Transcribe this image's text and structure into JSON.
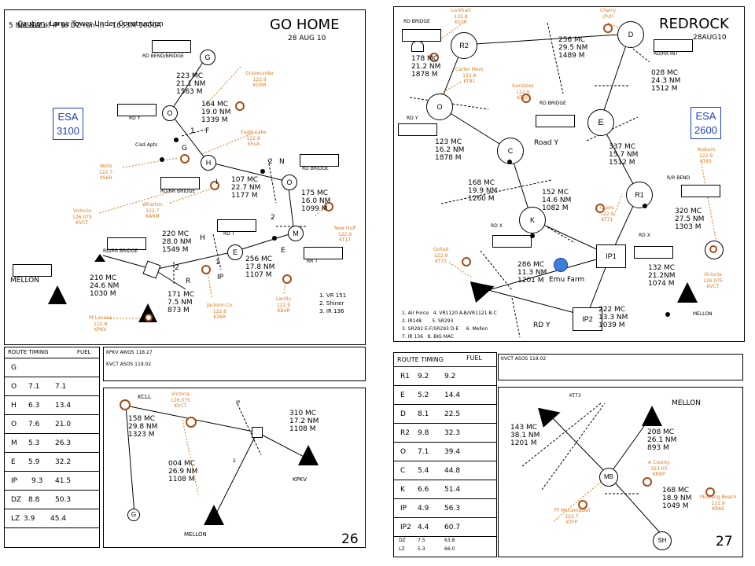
{
  "p26": {
    "caution_label": "Caution",
    "caution_line1": ": Large Tower Under Construction",
    "caution_line2": "5 NM NW of IP to DZ run-in – 1053M 1000A",
    "title": "GO HOME",
    "date": "28 AUG 10",
    "esa_label": "ESA",
    "esa_value": "3100",
    "page_number": "26",
    "places": {
      "rd_bend_bridge": "RD BEND/BRIDGE",
      "rd_y": "RD Y",
      "cisd_apts": "Cisd Apts",
      "rd_rr_bridge": "RD/RR BRIDGE",
      "rd_bridge": "RD BRIDGE",
      "rd_t": "RD T",
      "rr_t": "RR T",
      "rd_rr_bridge2": "RD/RR BRIDGE",
      "mellon": "MELLON"
    },
    "points": {
      "G": "G",
      "O1": "O",
      "H": "H",
      "O2": "O",
      "M": "M",
      "E": "E",
      "IP": "IP"
    },
    "legs": {
      "g_o": "223 MC\n21.1 NM\n1563 M",
      "o_h": "164 MC\n19.0 NM\n1339 M",
      "h_o": "107 MC\n22.7 NM\n1177 M",
      "o_m": "175 MC\n16.0 NM\n1099 M",
      "m_e": "256 MC\n17.8 NM\n1107 M",
      "e_ip": "220 MC\n28.0 NM\n1549 M",
      "ip_dz": "171 MC\n7.5 NM\n873 M",
      "dz_lz": "210 MC\n24.6 NM\n1030 M"
    },
    "airfields": {
      "graswunder": "Graswunder\n122.9\nKGRR",
      "eagle_lake": "Eagle Lake\n122.9\nKELA",
      "wells": "Wells\n122.7\nXS6R",
      "wharton": "Wharton\n122.7\nKARM",
      "victoria": "Victoria\n126.075\nKVCT",
      "new_gulf": "New Gulf\n122.9\nKT17",
      "jackson_co": "Jackson Co\n122.8\nK26R",
      "lackly": "Lackly\n122.9\nKB4R",
      "pt_lavaca": "Pt Lavaca\n122.8\nKPKV"
    },
    "tick_marks": [
      "1",
      "F",
      "G",
      "I",
      "2",
      "N",
      "2",
      "H",
      "1",
      "2",
      "R",
      "E"
    ],
    "notes": [
      "1. VR 151",
      "2. Shiner",
      "3. IR 136"
    ],
    "route_timing": {
      "header": "ROUTE TIMING",
      "fuel": "FUEL",
      "rows": [
        {
          "pt": "G",
          "time": "",
          "fuel": ""
        },
        {
          "pt": "O",
          "time": "7.1",
          "fuel": "7.1"
        },
        {
          "pt": "H",
          "time": "6.3",
          "fuel": "13.4"
        },
        {
          "pt": "O",
          "time": "7.6",
          "fuel": "21.0"
        },
        {
          "pt": "M",
          "time": "5.3",
          "fuel": "26.3"
        },
        {
          "pt": "E",
          "time": "5.9",
          "fuel": "32.2"
        },
        {
          "pt": "IP",
          "time": "9.3",
          "fuel": "41.5"
        },
        {
          "pt": "DZ",
          "time": "8.8",
          "fuel": "50.3"
        },
        {
          "pt": "LZ",
          "time": "3.9",
          "fuel": "45.4"
        }
      ]
    },
    "awos": [
      "KPKV AWOS 118.27",
      "KVCT ASOS 119.02"
    ],
    "mini": {
      "kcll": "KCLL",
      "victoria": "Victoria\n126.075\nKVCT",
      "leg1": "158 MC\n29.8 NM\n1323 M",
      "leg2": "310 MC\n17.2 NM\n1108 M",
      "leg3": "004 MC\n26.9 NM\n1108 M",
      "kpkv": "KPKV",
      "mellon": "MELLON",
      "g": "G",
      "ip": "IP",
      "two": "2"
    }
  },
  "p27": {
    "title": "REDROCK",
    "date": "28AUG10",
    "esa_label": "ESA",
    "esa_value": "2600",
    "page_number": "27",
    "places": {
      "rd_bridge": "RD BRIDGE",
      "rd_rr_int": "RD/RR INT",
      "rd_y": "RD Y",
      "rd_bridge2": "RD BRIDGE",
      "road_y": "Road Y",
      "rr_bend": "R/R BEND",
      "rd_x": "RD X",
      "rd_x2": "RD X",
      "emu_farm": "Emu Farm",
      "rd_y2": "RD Y",
      "mellon": "MELLON"
    },
    "points": {
      "R2": "R2",
      "D": "D",
      "O": "O",
      "E": "E",
      "C": "C",
      "R1": "R1",
      "K": "K",
      "IP1": "IP1",
      "IP2": "IP2"
    },
    "legs": {
      "r2_o": "178 MC\n21.2 NM\n1878 M",
      "r2_d": "256 MC\n29.5 NM\n1489 M",
      "d_e": "028 MC\n24.3 NM\n1512 M",
      "o_c": "123 MC\n16.2 NM\n1878 M",
      "e_r1": "337 MC\n15.7 NM\n1512 M",
      "c_k": "168 MC\n19.9 NM\n1260 M",
      "k_ip1": "152 MC\n14.6 NM\n1082 M",
      "r1_ip1": "320 MC\n27.5 NM\n1303 M",
      "ip1_dz": "286 MC\n11.3 NM\n1201 M",
      "ip1_ip2": "132 MC\n21.2NM\n1074 M",
      "ip2_dz": "222 MC\n13.3 NM\n1039 M"
    },
    "airfields": {
      "lockhart": "Lockhart\n122.8\nK50R",
      "cherry": "Cherry\n(Pvt)",
      "carter_mem": "Carter Mem\n122.9\nKT81",
      "gonzales": "Gonzales\n122.9\nKT20",
      "yoakum": "Yoakum\n122.9\nKT85",
      "cuero": "Cuero\n122.9\nKT71",
      "goliad": "Goliad\n122.9\nKT73",
      "victoria": "Victoria\n126.075\nKVCT"
    },
    "notes": [
      "1. Air Force   4. VR1120 A-B/VR1121 B-C",
      "2. IR148       5. SR293",
      "3. SR292 E-F/SR293 D-E     6. Mellon",
      "7. IR 136   8. BIG MAC"
    ],
    "route_timing": {
      "header": "ROUTE TIMING",
      "fuel": "FUEL",
      "rows": [
        {
          "pt": "R1",
          "time": "9.2",
          "fuel": "9.2"
        },
        {
          "pt": "E",
          "time": "5.2",
          "fuel": "14.4"
        },
        {
          "pt": "D",
          "time": "8.1",
          "fuel": "22.5"
        },
        {
          "pt": "R2",
          "time": "9.8",
          "fuel": "32.3"
        },
        {
          "pt": "O",
          "time": "7.1",
          "fuel": "39.4"
        },
        {
          "pt": "C",
          "time": "5.4",
          "fuel": "44.8"
        },
        {
          "pt": "K",
          "time": "6.6",
          "fuel": "51.4"
        },
        {
          "pt": "IP",
          "time": "4.9",
          "fuel": "56.3"
        },
        {
          "pt": "IP2",
          "time": "4.4",
          "fuel": "60.7"
        }
      ],
      "dz": {
        "pt": "DZ",
        "time": "7.5",
        "fuel": "63.8"
      },
      "lz": {
        "pt": "LZ",
        "time": "5.3",
        "fuel": "66.0"
      }
    },
    "awos": [
      "KVCT ASOS 119.02"
    ],
    "mini": {
      "kt73": "KT73",
      "mellon": "MELLON",
      "leg1": "143 MC\n38.1 NM\n1201 M",
      "leg2": "208 MC\n26.1 NM\n893 M",
      "leg3": "168 MC\n18.9 NM\n1049 M",
      "a_county": "A County\n123.05\nKRKP",
      "tp_mcc": "TP McCampbell\n122.7\nKTFP",
      "mustang": "Mustang Beach\n122.9\nKRAS",
      "mb": "MB",
      "sh": "SH"
    }
  }
}
